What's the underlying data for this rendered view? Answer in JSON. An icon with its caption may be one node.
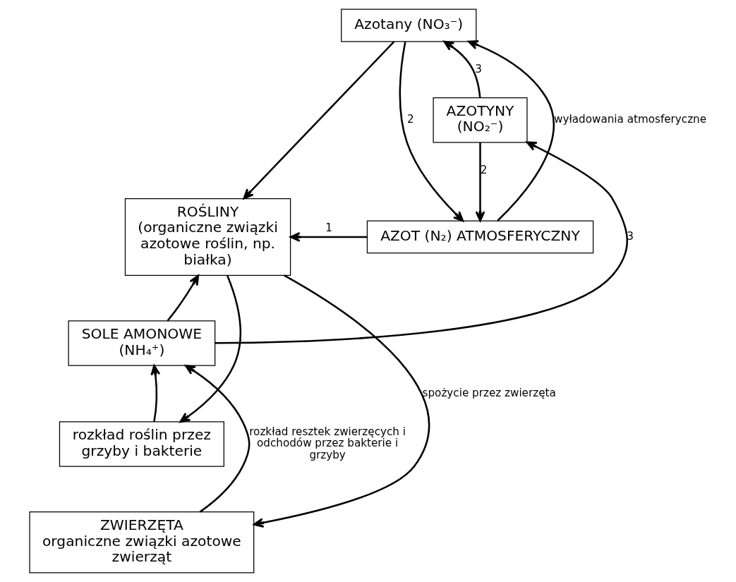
{
  "diagram": {
    "nodes": [
      {
        "text": [
          "Azotany (NO₃⁻)"
        ]
      },
      {
        "text": [
          "ROŚLINY",
          "(organiczne związki azotowe roślin, np. białka)"
        ]
      },
      {
        "text": [
          "AZOT (N₂) ATMOSFERYCZNY"
        ]
      },
      {
        "text": [
          "AZOTYNY",
          "(NO₂⁻)"
        ]
      },
      {
        "text": [
          "SOLE AMONOWE",
          "(NH₄⁺)"
        ]
      },
      {
        "text": [
          "rozkład roślin przez grzyby i bakterie"
        ]
      },
      {
        "text": [
          "ZWIERZĘTA",
          "organiczne związki azotowe zwierząt"
        ]
      }
    ],
    "edges": [
      {
        "from": 0,
        "to": 1,
        "arrow": "to"
      },
      {
        "from": 0,
        "to": 2,
        "arrow": "to",
        "label": "2"
      },
      {
        "from": 2,
        "to": 0,
        "arrow": "to",
        "label": "wyładowania atmosferyczne"
      },
      {
        "from": 3,
        "to": 0,
        "arrow": "to",
        "label": "3"
      },
      {
        "from": 3,
        "to": 2,
        "arrow": "to",
        "label": "2"
      },
      {
        "from": 2,
        "to": 1,
        "arrow": "to",
        "label": "1"
      },
      {
        "from": 4,
        "to": 3,
        "arrow": "to",
        "label": "3"
      },
      {
        "from": 4,
        "to": 1,
        "arrow": "to"
      },
      {
        "from": 1,
        "to": 5,
        "arrow": "to"
      },
      {
        "from": 1,
        "to": 6,
        "arrow": "to",
        "label": "spożycie przez zwierzęta"
      },
      {
        "from": 5,
        "to": 4,
        "arrow": "to"
      },
      {
        "from": 6,
        "to": 4,
        "arrow": "to",
        "label": "rozkład resztek zwierzęcych i odchodów przez bakterie i grzyby"
      }
    ]
  }
}
